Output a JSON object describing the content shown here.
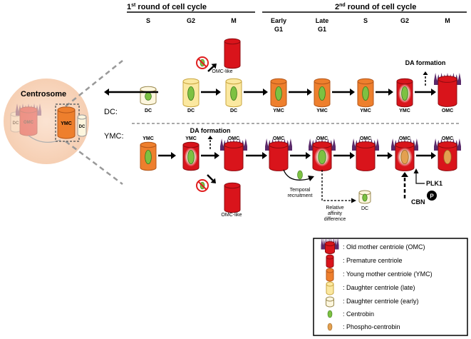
{
  "header": {
    "round1": {
      "num": "1",
      "sup": "st",
      "rest": " round of cell cycle"
    },
    "round2": {
      "num": "2",
      "sup": "nd",
      "rest": " round of cell cycle"
    },
    "phases": [
      {
        "l1": "S",
        "l2": ""
      },
      {
        "l1": "G2",
        "l2": ""
      },
      {
        "l1": "M",
        "l2": ""
      },
      {
        "l1": "Early",
        "l2": "G1"
      },
      {
        "l1": "Late",
        "l2": "G1"
      },
      {
        "l1": "S",
        "l2": ""
      },
      {
        "l1": "G2",
        "l2": ""
      },
      {
        "l1": "M",
        "l2": ""
      }
    ]
  },
  "centrosome": {
    "title": "Centrosome",
    "dc": "DC",
    "omc": "OMC",
    "ymc": "YMC",
    "dc2": "DC"
  },
  "rows": {
    "dc_row_label": "DC:",
    "ymc_row_label": "YMC:",
    "dc_labels": [
      "DC",
      "DC",
      "DC",
      "YMC",
      "YMC",
      "YMC",
      "YMC",
      "OMC"
    ],
    "ymc_top_labels": [
      "YMC",
      "YMC",
      "OMC",
      "OMC",
      "OMC",
      "OMC",
      "OMC",
      "OMC"
    ],
    "omc_like": "OMC-like",
    "da_formation": "DA formation",
    "temporal_recruitment": [
      "Temporal",
      "recruitment"
    ],
    "relative_affinity": [
      "Relative",
      "affinity",
      "difference"
    ],
    "small_dc": "DC",
    "plk1": "PLK1",
    "p": "P",
    "cbn": "CBN"
  },
  "legend": {
    "items": [
      ": Old mother centriole (OMC)",
      ": Premature centriole",
      ": Young mother centriole (YMC)",
      ": Daughter centriole (late)",
      ": Daughter centriole (early)",
      ": Centrobin",
      ": Phospho-centrobin"
    ]
  },
  "colors": {
    "red": "#d9141b",
    "red_dark": "#8e0b10",
    "orange": "#ee7f2d",
    "orange_dark": "#b4571a",
    "yellow": "#fbe8a0",
    "yellow_dark": "#c9a640",
    "cream": "#fdf6de",
    "green": "#7dc142",
    "green_dark": "#3b7a1c",
    "phospho": "#e3a050",
    "spikes": "#5a2a6a",
    "peach": "#f9dcc8"
  }
}
